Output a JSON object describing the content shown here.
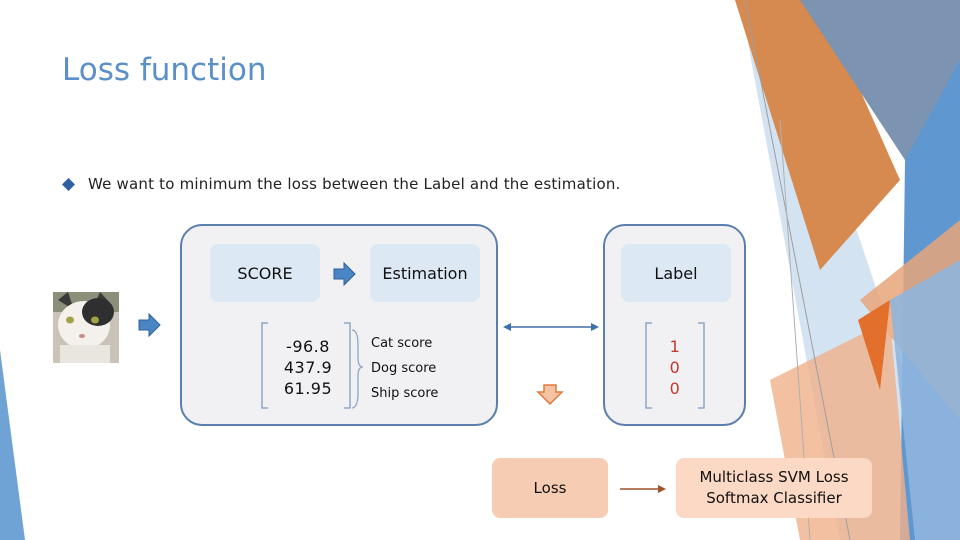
{
  "title": "Loss function",
  "bullet": "We want to minimum the loss between the Label and the estimation.",
  "headers": {
    "score": "SCORE",
    "estimation": "Estimation",
    "label": "Label"
  },
  "scores": [
    "-96.8",
    "437.9",
    "61.95"
  ],
  "classes": [
    "Cat score",
    "Dog score",
    "Ship score"
  ],
  "label_vector": [
    "1",
    "0",
    "0"
  ],
  "loss": "Loss",
  "methods": [
    "Multiclass SVM Loss",
    "Softmax Classifier"
  ],
  "colors": {
    "title": "#5b8fc7",
    "panel_border": "#5a7fae",
    "header_fill": "#dce8f4",
    "loss_fill": "#f6cdb2",
    "arrow_blue": "#4a86c5",
    "arrow_orange": "#e07a3c",
    "brown_arrow": "#a0522d"
  },
  "icons": [
    "diamond-bullet-icon",
    "cat-image",
    "right-arrow-icon",
    "down-arrow-icon",
    "double-headed-arrow-icon"
  ]
}
